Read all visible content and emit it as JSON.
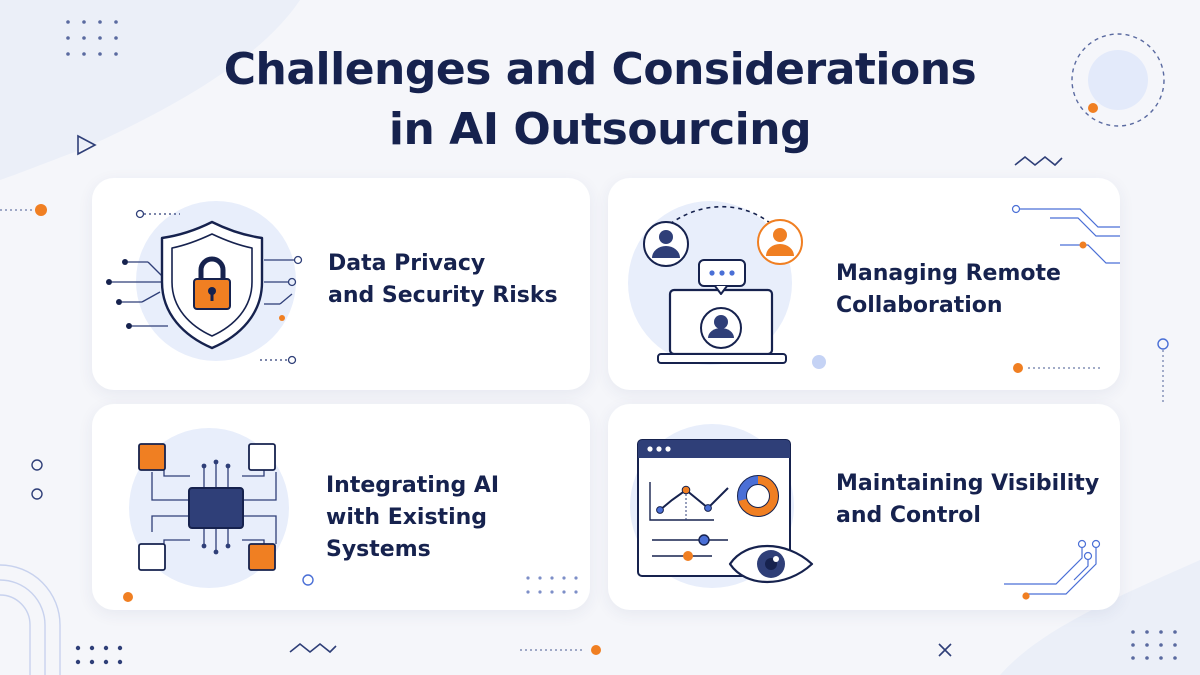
{
  "title": {
    "line1": "Challenges and Considerations",
    "line2": "in AI Outsourcing"
  },
  "cards": [
    {
      "icon": "shield-lock-icon",
      "line1": "Data Privacy",
      "line2": "and Security Risks"
    },
    {
      "icon": "remote-collaboration-icon",
      "line1": "Managing Remote",
      "line2": "Collaboration"
    },
    {
      "icon": "chip-network-icon",
      "line1": "Integrating AI",
      "line2": "with Existing Systems"
    },
    {
      "icon": "dashboard-eye-icon",
      "line1": "Maintaining Visibility",
      "line2": "and Control"
    }
  ],
  "colors": {
    "navy": "#16224e",
    "accent_orange": "#f07f22",
    "accent_blue": "#4a6fd6",
    "light_blue": "#e8eefb",
    "background": "#f5f6fa",
    "card": "#ffffff"
  }
}
